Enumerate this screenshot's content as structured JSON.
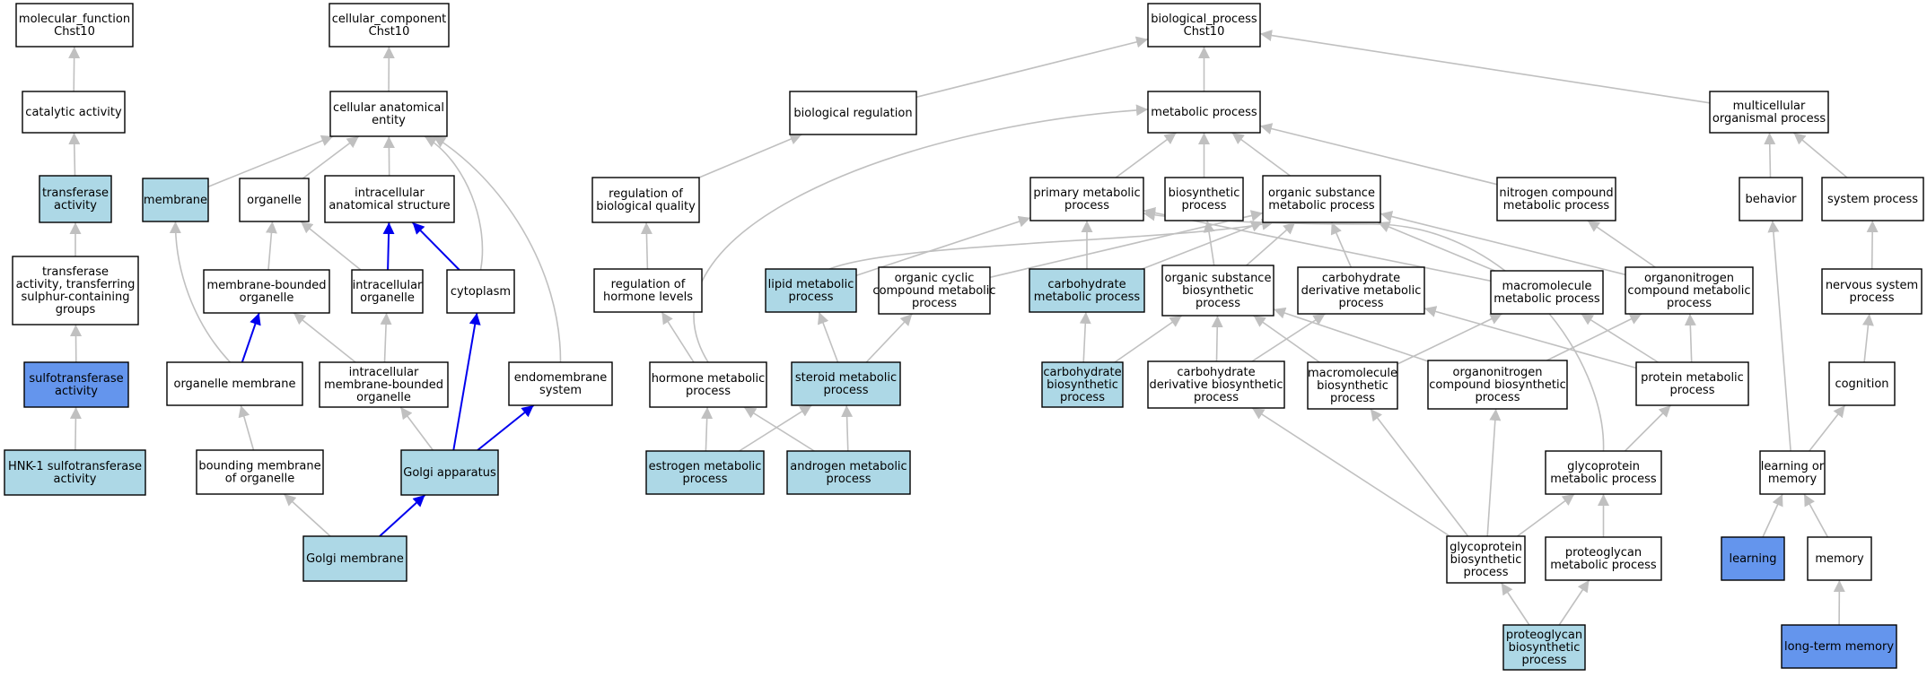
{
  "colors": {
    "plain": "#ffffff",
    "light": "#add8e6",
    "dark": "#6495ed",
    "edge": "#c0c0c0",
    "highlight_edge": "#0000ee"
  },
  "nodes": [
    {
      "id": "molecular_function",
      "lines": [
        "molecular_function",
        "Chst10"
      ],
      "fill": "plain"
    },
    {
      "id": "catalytic_activity",
      "lines": [
        "catalytic activity"
      ],
      "fill": "plain"
    },
    {
      "id": "transferase_activity",
      "lines": [
        "transferase",
        "activity"
      ],
      "fill": "light"
    },
    {
      "id": "transferase_sulphur",
      "lines": [
        "transferase",
        "activity, transferring",
        "sulphur-containing",
        "groups"
      ],
      "fill": "plain"
    },
    {
      "id": "sulfotransferase_activity",
      "lines": [
        "sulfotransferase",
        "activity"
      ],
      "fill": "dark"
    },
    {
      "id": "hnk1_sulfotransferase",
      "lines": [
        "HNK-1 sulfotransferase",
        "activity"
      ],
      "fill": "light"
    },
    {
      "id": "cellular_component",
      "lines": [
        "cellular_component",
        "Chst10"
      ],
      "fill": "plain"
    },
    {
      "id": "cellular_anatomical_entity",
      "lines": [
        "cellular anatomical",
        "entity"
      ],
      "fill": "plain"
    },
    {
      "id": "membrane",
      "lines": [
        "membrane"
      ],
      "fill": "light"
    },
    {
      "id": "organelle",
      "lines": [
        "organelle"
      ],
      "fill": "plain"
    },
    {
      "id": "intracellular_anatomical_structure",
      "lines": [
        "intracellular",
        "anatomical structure"
      ],
      "fill": "plain"
    },
    {
      "id": "membrane_bounded_organelle",
      "lines": [
        "membrane-bounded",
        "organelle"
      ],
      "fill": "plain"
    },
    {
      "id": "intracellular_organelle",
      "lines": [
        "intracellular",
        "organelle"
      ],
      "fill": "plain"
    },
    {
      "id": "cytoplasm",
      "lines": [
        "cytoplasm"
      ],
      "fill": "plain"
    },
    {
      "id": "organelle_membrane",
      "lines": [
        "organelle membrane"
      ],
      "fill": "plain"
    },
    {
      "id": "intracellular_membrane_bounded_organelle",
      "lines": [
        "intracellular",
        "membrane-bounded",
        "organelle"
      ],
      "fill": "plain"
    },
    {
      "id": "endomembrane_system",
      "lines": [
        "endomembrane",
        "system"
      ],
      "fill": "plain"
    },
    {
      "id": "bounding_membrane",
      "lines": [
        "bounding membrane",
        "of organelle"
      ],
      "fill": "plain"
    },
    {
      "id": "golgi_apparatus",
      "lines": [
        "Golgi apparatus"
      ],
      "fill": "light"
    },
    {
      "id": "golgi_membrane",
      "lines": [
        "Golgi membrane"
      ],
      "fill": "light"
    },
    {
      "id": "biological_process",
      "lines": [
        "biological_process",
        "Chst10"
      ],
      "fill": "plain"
    },
    {
      "id": "biological_regulation",
      "lines": [
        "biological regulation"
      ],
      "fill": "plain"
    },
    {
      "id": "metabolic_process",
      "lines": [
        "metabolic process"
      ],
      "fill": "plain"
    },
    {
      "id": "multicellular_organismal_process",
      "lines": [
        "multicellular",
        "organismal process"
      ],
      "fill": "plain"
    },
    {
      "id": "regulation_of_biological_quality",
      "lines": [
        "regulation of",
        "biological quality"
      ],
      "fill": "plain"
    },
    {
      "id": "primary_metabolic_process",
      "lines": [
        "primary metabolic",
        "process"
      ],
      "fill": "plain"
    },
    {
      "id": "biosynthetic_process",
      "lines": [
        "biosynthetic",
        "process"
      ],
      "fill": "plain"
    },
    {
      "id": "organic_substance_metabolic_process",
      "lines": [
        "organic substance",
        "metabolic process"
      ],
      "fill": "plain"
    },
    {
      "id": "nitrogen_compound_metabolic_process",
      "lines": [
        "nitrogen compound",
        "metabolic process"
      ],
      "fill": "plain"
    },
    {
      "id": "behavior",
      "lines": [
        "behavior"
      ],
      "fill": "plain"
    },
    {
      "id": "system_process",
      "lines": [
        "system process"
      ],
      "fill": "plain"
    },
    {
      "id": "regulation_of_hormone_levels",
      "lines": [
        "regulation of",
        "hormone levels"
      ],
      "fill": "plain"
    },
    {
      "id": "lipid_metabolic_process",
      "lines": [
        "lipid metabolic",
        "process"
      ],
      "fill": "light"
    },
    {
      "id": "organic_cyclic_compound_metabolic_process",
      "lines": [
        "organic cyclic",
        "compound metabolic",
        "process"
      ],
      "fill": "plain"
    },
    {
      "id": "carbohydrate_metabolic_process",
      "lines": [
        "carbohydrate",
        "metabolic process"
      ],
      "fill": "light"
    },
    {
      "id": "organic_substance_biosynthetic_process",
      "lines": [
        "organic substance",
        "biosynthetic",
        "process"
      ],
      "fill": "plain"
    },
    {
      "id": "carbohydrate_derivative_metabolic_process",
      "lines": [
        "carbohydrate",
        "derivative metabolic",
        "process"
      ],
      "fill": "plain"
    },
    {
      "id": "macromolecule_metabolic_process",
      "lines": [
        "macromolecule",
        "metabolic process"
      ],
      "fill": "plain"
    },
    {
      "id": "organonitrogen_compound_metabolic_process",
      "lines": [
        "organonitrogen",
        "compound metabolic",
        "process"
      ],
      "fill": "plain"
    },
    {
      "id": "nervous_system_process",
      "lines": [
        "nervous system",
        "process"
      ],
      "fill": "plain"
    },
    {
      "id": "hormone_metabolic_process",
      "lines": [
        "hormone metabolic",
        "process"
      ],
      "fill": "plain"
    },
    {
      "id": "steroid_metabolic_process",
      "lines": [
        "steroid metabolic",
        "process"
      ],
      "fill": "light"
    },
    {
      "id": "carbohydrate_biosynthetic_process",
      "lines": [
        "carbohydrate",
        "biosynthetic",
        "process"
      ],
      "fill": "light"
    },
    {
      "id": "carbohydrate_derivative_biosynthetic_process",
      "lines": [
        "carbohydrate",
        "derivative biosynthetic",
        "process"
      ],
      "fill": "plain"
    },
    {
      "id": "macromolecule_biosynthetic_process",
      "lines": [
        "macromolecule",
        "biosynthetic",
        "process"
      ],
      "fill": "plain"
    },
    {
      "id": "organonitrogen_compound_biosynthetic_process",
      "lines": [
        "organonitrogen",
        "compound biosynthetic",
        "process"
      ],
      "fill": "plain"
    },
    {
      "id": "protein_metabolic_process",
      "lines": [
        "protein metabolic",
        "process"
      ],
      "fill": "plain"
    },
    {
      "id": "cognition",
      "lines": [
        "cognition"
      ],
      "fill": "plain"
    },
    {
      "id": "estrogen_metabolic_process",
      "lines": [
        "estrogen metabolic",
        "process"
      ],
      "fill": "light"
    },
    {
      "id": "androgen_metabolic_process",
      "lines": [
        "androgen metabolic",
        "process"
      ],
      "fill": "light"
    },
    {
      "id": "glycoprotein_metabolic_process",
      "lines": [
        "glycoprotein",
        "metabolic process"
      ],
      "fill": "plain"
    },
    {
      "id": "learning_or_memory",
      "lines": [
        "learning or",
        "memory"
      ],
      "fill": "plain"
    },
    {
      "id": "glycoprotein_biosynthetic_process",
      "lines": [
        "glycoprotein",
        "biosynthetic",
        "process"
      ],
      "fill": "plain"
    },
    {
      "id": "proteoglycan_metabolic_process",
      "lines": [
        "proteoglycan",
        "metabolic process"
      ],
      "fill": "plain"
    },
    {
      "id": "learning",
      "lines": [
        "learning"
      ],
      "fill": "dark"
    },
    {
      "id": "memory",
      "lines": [
        "memory"
      ],
      "fill": "plain"
    },
    {
      "id": "proteoglycan_biosynthetic_process",
      "lines": [
        "proteoglycan",
        "biosynthetic",
        "process"
      ],
      "fill": "light"
    },
    {
      "id": "long_term_memory",
      "lines": [
        "long-term memory"
      ],
      "fill": "dark"
    }
  ],
  "edges": [
    [
      "catalytic_activity",
      "molecular_function",
      false
    ],
    [
      "transferase_activity",
      "catalytic_activity",
      false
    ],
    [
      "transferase_sulphur",
      "transferase_activity",
      false
    ],
    [
      "sulfotransferase_activity",
      "transferase_sulphur",
      false
    ],
    [
      "hnk1_sulfotransferase",
      "sulfotransferase_activity",
      false
    ],
    [
      "cellular_anatomical_entity",
      "cellular_component",
      false
    ],
    [
      "membrane",
      "cellular_anatomical_entity",
      false
    ],
    [
      "organelle",
      "cellular_anatomical_entity",
      false
    ],
    [
      "intracellular_anatomical_structure",
      "cellular_anatomical_entity",
      false
    ],
    [
      "cytoplasm",
      "cellular_anatomical_entity",
      false
    ],
    [
      "endomembrane_system",
      "cellular_anatomical_entity",
      false
    ],
    [
      "membrane_bounded_organelle",
      "organelle",
      false
    ],
    [
      "intracellular_organelle",
      "organelle",
      false
    ],
    [
      "intracellular_organelle",
      "intracellular_anatomical_structure",
      true
    ],
    [
      "cytoplasm",
      "intracellular_anatomical_structure",
      true
    ],
    [
      "organelle_membrane",
      "membrane",
      false
    ],
    [
      "organelle_membrane",
      "membrane_bounded_organelle",
      true
    ],
    [
      "intracellular_membrane_bounded_organelle",
      "membrane_bounded_organelle",
      false
    ],
    [
      "intracellular_membrane_bounded_organelle",
      "intracellular_organelle",
      false
    ],
    [
      "bounding_membrane",
      "organelle_membrane",
      false
    ],
    [
      "golgi_apparatus",
      "intracellular_membrane_bounded_organelle",
      false
    ],
    [
      "golgi_apparatus",
      "cytoplasm",
      true
    ],
    [
      "golgi_apparatus",
      "endomembrane_system",
      true
    ],
    [
      "golgi_membrane",
      "bounding_membrane",
      false
    ],
    [
      "golgi_membrane",
      "golgi_apparatus",
      true
    ],
    [
      "biological_regulation",
      "biological_process",
      false
    ],
    [
      "metabolic_process",
      "biological_process",
      false
    ],
    [
      "multicellular_organismal_process",
      "biological_process",
      false
    ],
    [
      "regulation_of_biological_quality",
      "biological_regulation",
      false
    ],
    [
      "primary_metabolic_process",
      "metabolic_process",
      false
    ],
    [
      "biosynthetic_process",
      "metabolic_process",
      false
    ],
    [
      "organic_substance_metabolic_process",
      "metabolic_process",
      false
    ],
    [
      "nitrogen_compound_metabolic_process",
      "metabolic_process",
      false
    ],
    [
      "behavior",
      "multicellular_organismal_process",
      false
    ],
    [
      "system_process",
      "multicellular_organismal_process",
      false
    ],
    [
      "regulation_of_hormone_levels",
      "regulation_of_biological_quality",
      false
    ],
    [
      "hormone_metabolic_process",
      "metabolic_process",
      false
    ],
    [
      "hormone_metabolic_process",
      "regulation_of_hormone_levels",
      false
    ],
    [
      "lipid_metabolic_process",
      "primary_metabolic_process",
      false
    ],
    [
      "lipid_metabolic_process",
      "organic_substance_metabolic_process",
      false
    ],
    [
      "organic_cyclic_compound_metabolic_process",
      "organic_substance_metabolic_process",
      false
    ],
    [
      "carbohydrate_metabolic_process",
      "primary_metabolic_process",
      false
    ],
    [
      "carbohydrate_metabolic_process",
      "organic_substance_metabolic_process",
      false
    ],
    [
      "organic_substance_biosynthetic_process",
      "biosynthetic_process",
      false
    ],
    [
      "organic_substance_biosynthetic_process",
      "organic_substance_metabolic_process",
      false
    ],
    [
      "carbohydrate_derivative_metabolic_process",
      "organic_substance_metabolic_process",
      false
    ],
    [
      "macromolecule_metabolic_process",
      "organic_substance_metabolic_process",
      false
    ],
    [
      "macromolecule_metabolic_process",
      "primary_metabolic_process",
      false
    ],
    [
      "organonitrogen_compound_metabolic_process",
      "organic_substance_metabolic_process",
      false
    ],
    [
      "organonitrogen_compound_metabolic_process",
      "nitrogen_compound_metabolic_process",
      false
    ],
    [
      "nervous_system_process",
      "system_process",
      false
    ],
    [
      "steroid_metabolic_process",
      "lipid_metabolic_process",
      false
    ],
    [
      "steroid_metabolic_process",
      "organic_cyclic_compound_metabolic_process",
      false
    ],
    [
      "carbohydrate_biosynthetic_process",
      "carbohydrate_metabolic_process",
      false
    ],
    [
      "carbohydrate_biosynthetic_process",
      "organic_substance_biosynthetic_process",
      false
    ],
    [
      "carbohydrate_derivative_biosynthetic_process",
      "organic_substance_biosynthetic_process",
      false
    ],
    [
      "carbohydrate_derivative_biosynthetic_process",
      "carbohydrate_derivative_metabolic_process",
      false
    ],
    [
      "macromolecule_biosynthetic_process",
      "organic_substance_biosynthetic_process",
      false
    ],
    [
      "macromolecule_biosynthetic_process",
      "macromolecule_metabolic_process",
      false
    ],
    [
      "organonitrogen_compound_biosynthetic_process",
      "organic_substance_biosynthetic_process",
      false
    ],
    [
      "organonitrogen_compound_biosynthetic_process",
      "organonitrogen_compound_metabolic_process",
      false
    ],
    [
      "protein_metabolic_process",
      "macromolecule_metabolic_process",
      false
    ],
    [
      "protein_metabolic_process",
      "organonitrogen_compound_metabolic_process",
      false
    ],
    [
      "protein_metabolic_process",
      "carbohydrate_derivative_metabolic_process",
      false
    ],
    [
      "cognition",
      "nervous_system_process",
      false
    ],
    [
      "estrogen_metabolic_process",
      "hormone_metabolic_process",
      false
    ],
    [
      "estrogen_metabolic_process",
      "steroid_metabolic_process",
      false
    ],
    [
      "androgen_metabolic_process",
      "hormone_metabolic_process",
      false
    ],
    [
      "androgen_metabolic_process",
      "steroid_metabolic_process",
      false
    ],
    [
      "glycoprotein_metabolic_process",
      "protein_metabolic_process",
      false
    ],
    [
      "glycoprotein_metabolic_process",
      "primary_metabolic_process",
      false
    ],
    [
      "learning_or_memory",
      "behavior",
      false
    ],
    [
      "learning_or_memory",
      "cognition",
      false
    ],
    [
      "glycoprotein_biosynthetic_process",
      "glycoprotein_metabolic_process",
      false
    ],
    [
      "glycoprotein_biosynthetic_process",
      "carbohydrate_derivative_biosynthetic_process",
      false
    ],
    [
      "glycoprotein_biosynthetic_process",
      "macromolecule_biosynthetic_process",
      false
    ],
    [
      "glycoprotein_biosynthetic_process",
      "organonitrogen_compound_biosynthetic_process",
      false
    ],
    [
      "proteoglycan_metabolic_process",
      "glycoprotein_metabolic_process",
      false
    ],
    [
      "learning",
      "learning_or_memory",
      false
    ],
    [
      "memory",
      "learning_or_memory",
      false
    ],
    [
      "proteoglycan_biosynthetic_process",
      "glycoprotein_biosynthetic_process",
      false
    ],
    [
      "proteoglycan_biosynthetic_process",
      "proteoglycan_metabolic_process",
      false
    ],
    [
      "long_term_memory",
      "memory",
      false
    ]
  ]
}
